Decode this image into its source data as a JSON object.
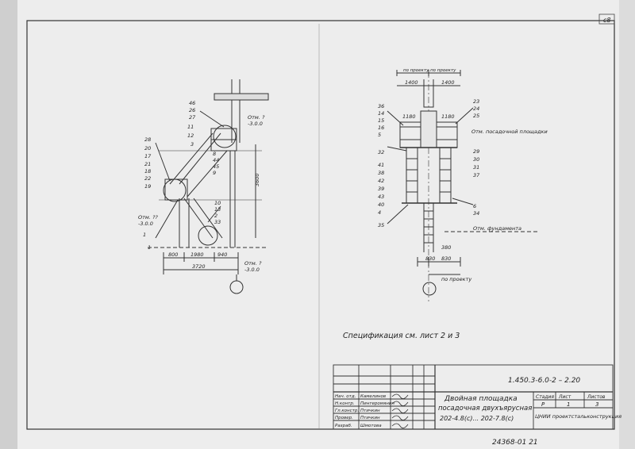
{
  "corner_number": "с8",
  "elev_left_top": "Отм. ?",
  "elev_left_top_val": "-3.0.0",
  "elev_left_mid": "Отм. ??",
  "elev_left_mid_val": "-3.0.0",
  "elev_left_bot": "Отм. ?",
  "elev_left_bot_val": "-3.0.0",
  "dims_left": {
    "d800": "800",
    "d1980": "1980",
    "d940": "940",
    "d3720": "3720",
    "d3600": "3600"
  },
  "callouts_left": [
    "46",
    "26",
    "27",
    "11",
    "12",
    "3",
    "28",
    "20",
    "17",
    "21",
    "18",
    "22",
    "19",
    "1",
    "8",
    "44",
    "45",
    "9",
    "10",
    "13",
    "2",
    "33",
    "1"
  ],
  "dims_right": {
    "top": "по проекту  по проекту",
    "w1": "1400",
    "w2": "1400",
    "c1": "1180",
    "c2": "1180",
    "b1": "830",
    "b2": "830",
    "b3": "380",
    "bottom": "по проекту"
  },
  "callouts_right_left": [
    "36",
    "14",
    "15",
    "16",
    "5",
    "32",
    "41",
    "38",
    "42",
    "39",
    "43",
    "40",
    "4",
    "35"
  ],
  "callouts_right_right": [
    "23",
    "24",
    "25",
    "29",
    "30",
    "31",
    "37",
    "6",
    "34"
  ],
  "label_platform": "Отм. посадочной площадки",
  "label_foundation": "Отм. фундамента",
  "spec_note": "Спецификация    см. лист  2 и 3",
  "title_block": {
    "code": "1.450.3-6.0-2 – 2.20",
    "title_line1": "Двойная   площадка",
    "title_line2": "посадочная  двухъярусная",
    "title_line3": "202-4.8(с)... 202-7.8(с)",
    "stage_label": "Стадия",
    "sheet_label": "Лист",
    "sheets_label": "Листов",
    "stage": "Р",
    "sheet": "1",
    "sheets": "3",
    "org": "ЦНИИ проектстальконструкция",
    "rows": [
      {
        "role": "Нач. отд.",
        "name": "Камелинов"
      },
      {
        "role": "Н.контр.",
        "name": "Пинтеромянин"
      },
      {
        "role": "Гл.констр.",
        "name": "Птичкин"
      },
      {
        "role": "Провер.",
        "name": "Птичкин"
      },
      {
        "role": "Разраб.",
        "name": "Шмотова"
      }
    ]
  },
  "bottom_stamp": "24368-01   21"
}
